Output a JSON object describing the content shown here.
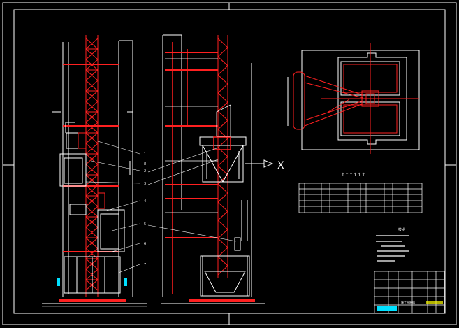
{
  "drawing": {
    "background": "#000000",
    "colors": {
      "line": "#ffffff",
      "red": "#ff2020",
      "cyan": "#00e0ff",
      "yellow": "#ffff00"
    },
    "section_marker": "X",
    "callouts": [
      "1",
      "2",
      "3",
      "4",
      "5",
      "6",
      "7",
      "8"
    ],
    "arrow_caption": "↑↑↑↑↑↑",
    "notes_title": "技术",
    "title_block_name": "施工升降机"
  }
}
